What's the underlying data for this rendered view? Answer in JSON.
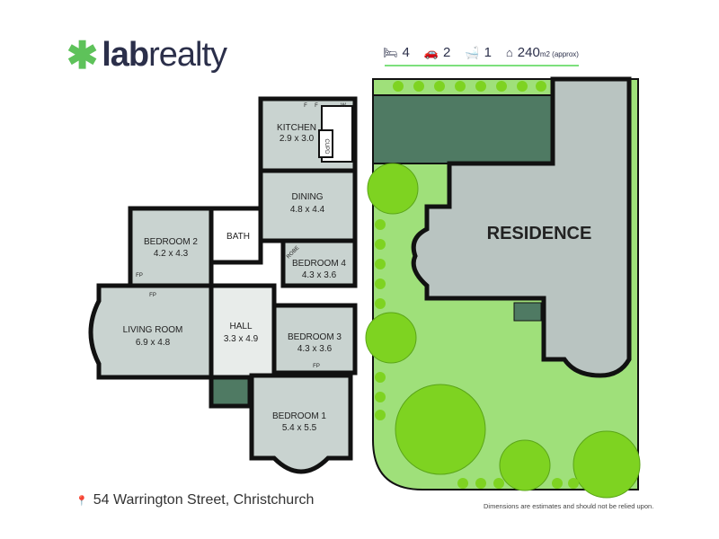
{
  "brand": {
    "logo_text_bold": "lab",
    "logo_text": "realty",
    "mark": "✱"
  },
  "stats": {
    "bedrooms": "4",
    "garages": "2",
    "bathrooms": "1",
    "area": "240",
    "area_unit": "m2 (approx)",
    "icons": [
      "bed-icon",
      "car-icon",
      "bath-icon",
      "house-icon"
    ],
    "accent": "#7de07d"
  },
  "rooms": [
    {
      "name": "KITCHEN",
      "size": "2.9 x 3.0"
    },
    {
      "name": "DINING",
      "size": "4.8 x 4.4"
    },
    {
      "name": "BEDROOM 2",
      "size": "4.2 x 4.3"
    },
    {
      "name": "BATH",
      "size": ""
    },
    {
      "name": "BEDROOM 4",
      "size": "4.3 x 3.6"
    },
    {
      "name": "LIVING ROOM",
      "size": "6.9 x 4.8"
    },
    {
      "name": "HALL",
      "size": "3.3 x 4.9"
    },
    {
      "name": "BEDROOM 3",
      "size": "4.3 x 3.6"
    },
    {
      "name": "BEDROOM 1",
      "size": "5.4 x 5.5"
    }
  ],
  "fixtures": {
    "cupd": "CUPD",
    "robe": "ROBE",
    "fp": "FP",
    "f": "F",
    "w": "W"
  },
  "site": {
    "residence": "RESIDENCE"
  },
  "colors": {
    "room": "#c9d3d0",
    "wall": "#111111",
    "lawn": "#9fe07a",
    "hedge": "#4f7a63",
    "residence": "#b9c4c1",
    "tree": "#7ed321",
    "brand_green": "#5ec25a"
  },
  "footer": {
    "address": "54 Warrington Street, Christchurch",
    "disclaimer": "Dimensions are estimates and should not be relied upon."
  }
}
